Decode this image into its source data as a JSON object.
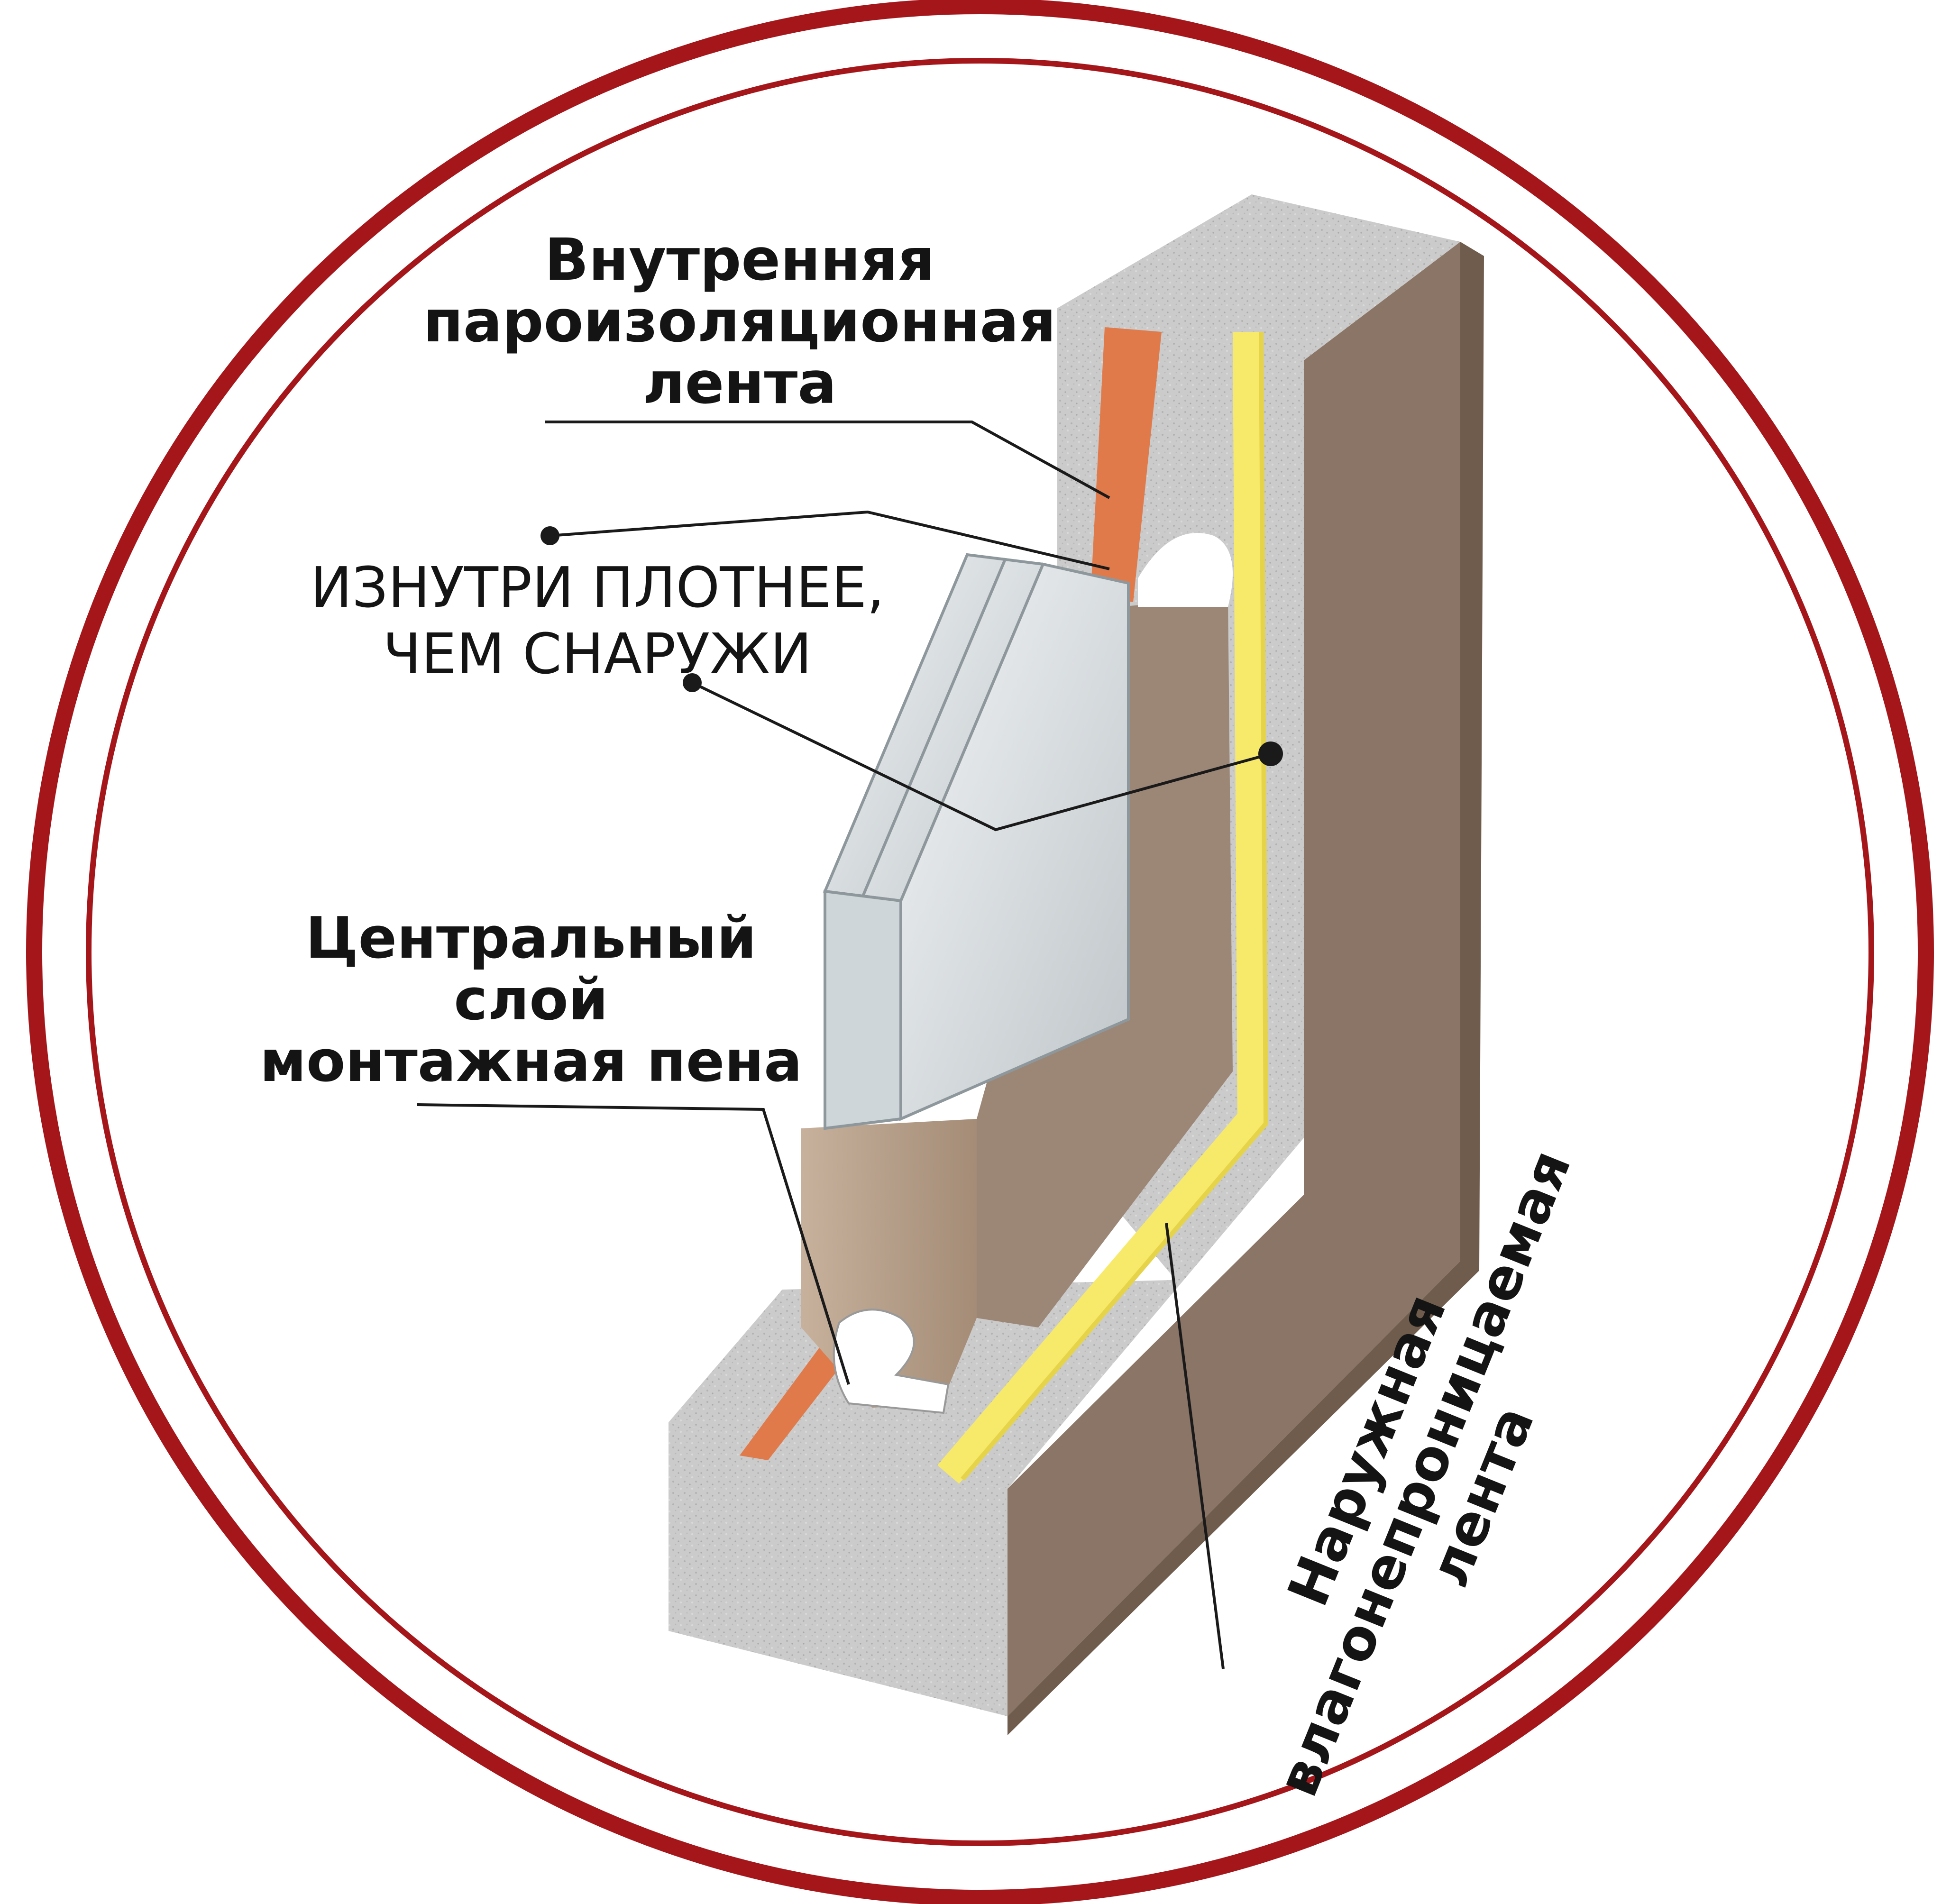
{
  "colors": {
    "frame_ring": "#a4161a",
    "background": "#ffffff",
    "wall_face": "#8a7566",
    "wall_side": "#7a6656",
    "concrete": "#c8c8c8",
    "vapor_tape": "#e07a4a",
    "moisture_tape": "#f7ea6a",
    "foam": "#ffffff",
    "glass": "#dfe4e6",
    "window_profile": "#b9a490",
    "leader_line": "#1a1a1a"
  },
  "labels": {
    "inner_tape": [
      "Внутренняя",
      "пароизоляционная",
      "лента"
    ],
    "denser_inside": [
      "ИЗНУТРИ ПЛОТНЕЕ,",
      "ЧЕМ СНАРУЖИ"
    ],
    "central_layer": [
      "Центральный",
      "слой",
      "монтажная пена"
    ],
    "outer_tape": [
      "Наружная",
      "влагонепроницаемая",
      "лента"
    ]
  }
}
